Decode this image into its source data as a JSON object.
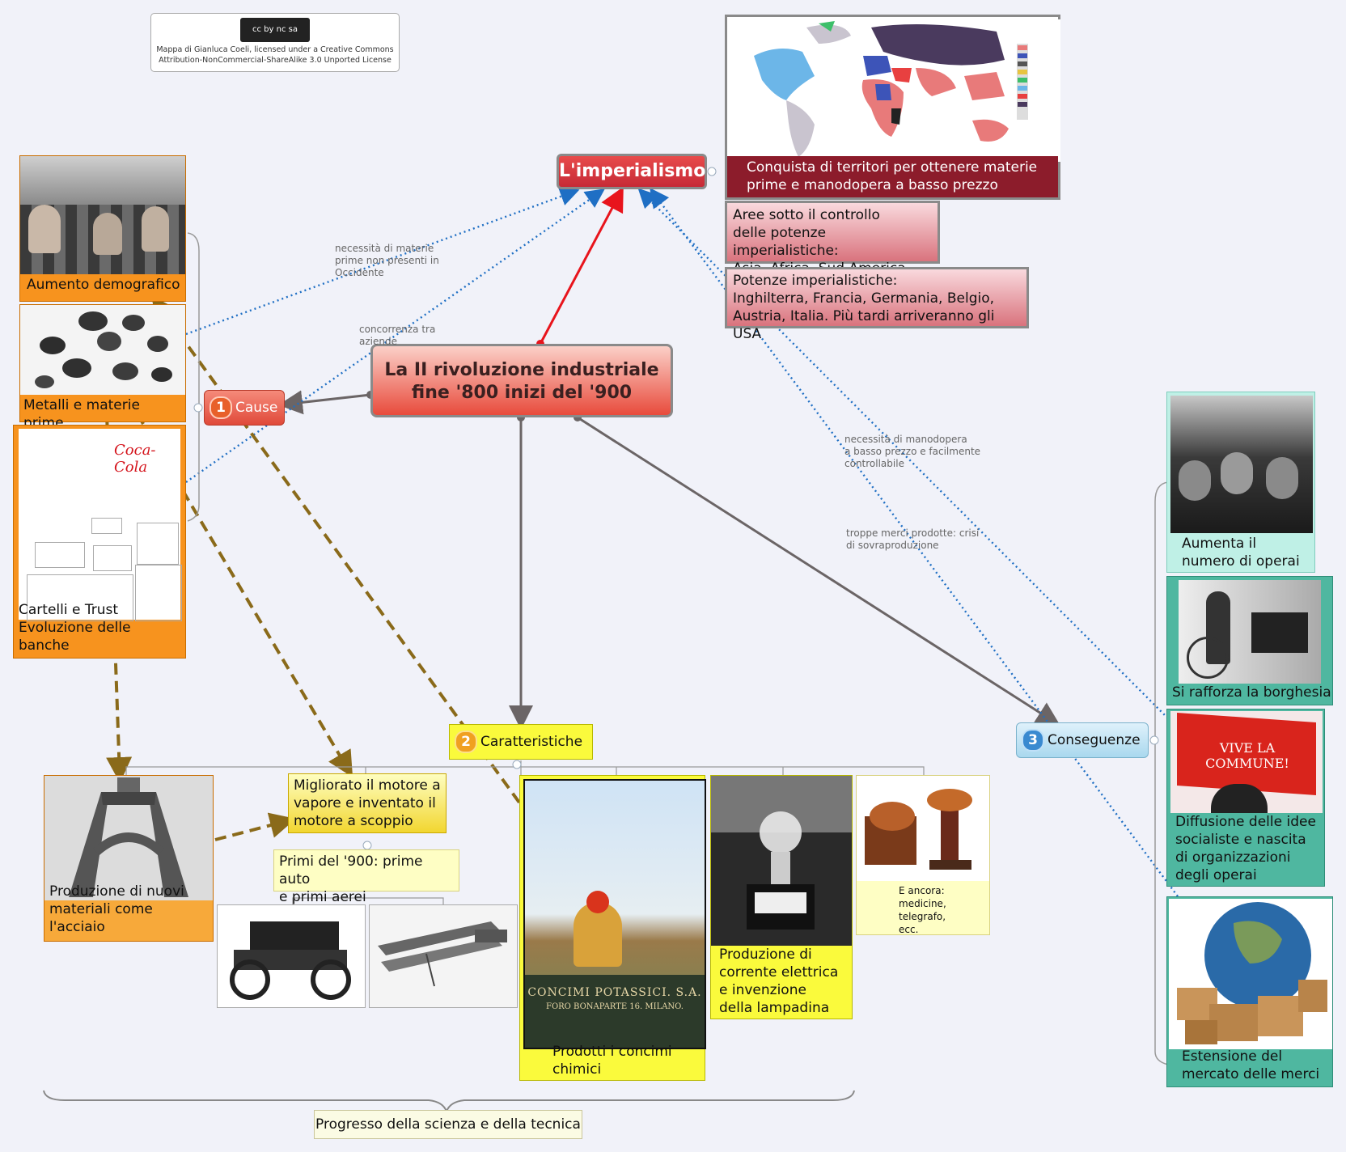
{
  "license": {
    "text_line1": "Mappa di Gianluca Coeli, licensed under a Creative Commons",
    "text_line2": "Attribution-NonCommercial-ShareAlike 3.0 Unported License",
    "badge_text": "cc  by nc sa"
  },
  "central": {
    "line1": "La II rivoluzione industriale",
    "line2": "fine '800 inizi del '900"
  },
  "imperialism": {
    "title": "L'imperialismo",
    "map_caption_line1": "Conquista di territori per ottenere materie",
    "map_caption_line2": "prime e manodopera a basso prezzo",
    "areas_line1": "Aree sotto il controllo",
    "areas_line2": "delle potenze imperialistiche:",
    "areas_line3": "Asia. Africa, Sud America",
    "powers_line1": "Potenze imperialistiche:",
    "powers_line2": "Inghilterra, Francia, Germania, Belgio,",
    "powers_line3": "Austria, Italia. Più tardi arriveranno gli USA"
  },
  "causes": {
    "badge": "1",
    "label": "Cause",
    "items": [
      {
        "label": "Aumento demografico"
      },
      {
        "label": "Metalli e materie prime"
      },
      {
        "label_line1": "Cartelli e Trust",
        "label_line2": "Evoluzione delle banche",
        "logo_text": "Coca-Cola"
      }
    ]
  },
  "characteristics": {
    "badge": "2",
    "label": "Caratteristiche",
    "steel_line1": "Produzione di nuovi",
    "steel_line2": "materiali come l'acciaio",
    "motor_line1": "Migliorato il motore a",
    "motor_line2": "vapore e inventato il",
    "motor_line3": "motore a scoppio",
    "first_line1": "Primi del '900: prime auto",
    "first_line2": "e primi aerei",
    "fert_poster_line1": "CONCIMI POTASSICI. S.A.",
    "fert_poster_line2": "FORO BONAPARTE 16. MILANO.",
    "fert_line1": "Prodotti i concimi",
    "fert_line2": "chimici",
    "elec_line1": "Produzione di",
    "elec_line2": "corrente elettrica",
    "elec_line3": "e invenzione",
    "elec_line4": "della lampadina",
    "more_line1": "E ancora:",
    "more_line2": "medicine,",
    "more_line3": "telegrafo,",
    "more_line4": "ecc."
  },
  "consequences": {
    "badge": "3",
    "label": "Conseguenze",
    "items": [
      {
        "line1": "Aumenta il",
        "line2": "numero di operai"
      },
      {
        "line1": "Si rafforza la borghesia"
      },
      {
        "line1": "Diffusione delle idee",
        "line2": "socialiste e nascita",
        "line3": "di organizzazioni",
        "line4": "degli operai",
        "banner": "VIVE LA COMMUNE!"
      },
      {
        "line1": "Estensione del",
        "line2": "mercato delle merci"
      }
    ]
  },
  "relations": {
    "raw_materials_line1": "necessità di materie",
    "raw_materials_line2": "prime non presenti in",
    "raw_materials_line3": "Occidente",
    "competition_line1": "concorrenza tra",
    "competition_line2": "aziende",
    "labour_line1": "necessità di manodopera",
    "labour_line2": "a basso prezzo e facilmente",
    "labour_line3": "controllabile",
    "overproduction_line1": "troppe merci prodotte: crisi",
    "overproduction_line2": "di sovraproduzione"
  },
  "progress": {
    "label": "Progresso della scienza e della tecnica"
  },
  "colors": {
    "orange": "#f7931e",
    "yellow": "#fafa3c",
    "teal": "#4fb7a0",
    "imperial_red": "#c62a36",
    "relation_blue": "#1f6fc4",
    "dash_brown": "#8a6a1a"
  }
}
